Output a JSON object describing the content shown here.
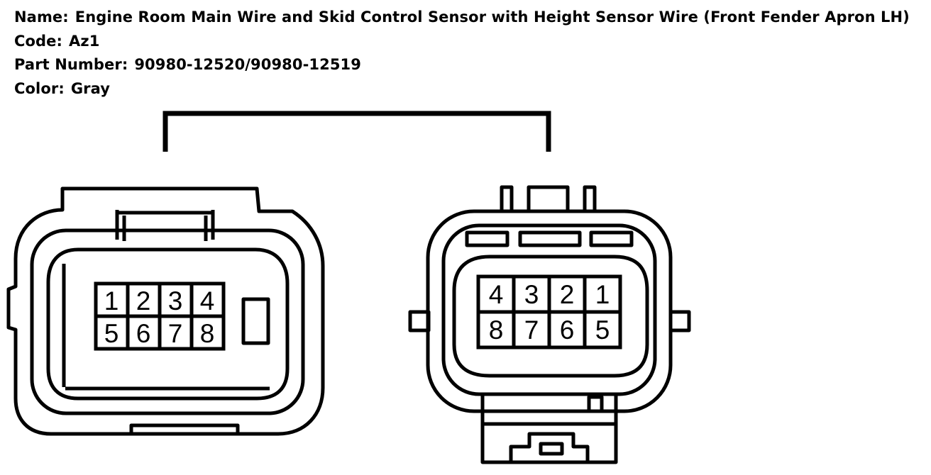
{
  "info": {
    "name_label": "Name:",
    "name_value": "Engine Room Main Wire and Skid Control Sensor with Height Sensor Wire (Front Fender Apron LH)",
    "code_label": "Code:",
    "code_value": "Az1",
    "part_label": "Part Number:",
    "part_value": "90980-12520/90980-12519",
    "color_label": "Color:",
    "color_value": "Gray"
  },
  "left_connector": {
    "pins_top": [
      "1",
      "2",
      "3",
      "4"
    ],
    "pins_bottom": [
      "5",
      "6",
      "7",
      "8"
    ]
  },
  "right_connector": {
    "pins_top": [
      "4",
      "3",
      "2",
      "1"
    ],
    "pins_bottom": [
      "8",
      "7",
      "6",
      "5"
    ]
  },
  "colors": {
    "line": "#000000",
    "background": "#ffffff"
  }
}
